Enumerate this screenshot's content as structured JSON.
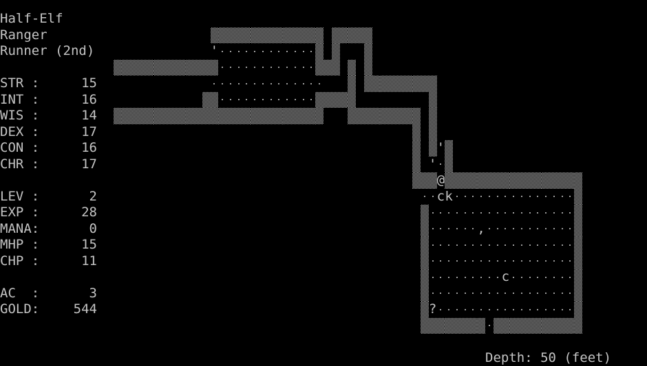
{
  "character": {
    "race": "Half-Elf",
    "class": "Ranger",
    "title": "Runner (2nd)"
  },
  "stats": [
    {
      "label": "STR :",
      "value": "15"
    },
    {
      "label": "INT :",
      "value": "16"
    },
    {
      "label": "WIS :",
      "value": "14"
    },
    {
      "label": "DEX :",
      "value": "17"
    },
    {
      "label": "CON :",
      "value": "16"
    },
    {
      "label": "CHR :",
      "value": "17"
    }
  ],
  "progress": [
    {
      "label": "LEV :",
      "value": "2"
    },
    {
      "label": "EXP :",
      "value": "28"
    },
    {
      "label": "MANA:",
      "value": "0"
    },
    {
      "label": "MHP :",
      "value": "15"
    },
    {
      "label": "CHP :",
      "value": "11"
    }
  ],
  "equipment": [
    {
      "label": "AC  :",
      "value": "3"
    },
    {
      "label": "GOLD:",
      "value": "544"
    }
  ],
  "status_bar": {
    "depth": "Depth: 50 (feet)"
  },
  "colors": {
    "text": "#c4c4c4",
    "wall": "#a8a8a8",
    "background": "#000000"
  },
  "map": {
    "origin_col": 14,
    "legend": {
      "#": "granite wall",
      ".": "floor",
      "@": "player",
      "c": "canine",
      "k": "kobold",
      "'": "open door",
      ",": "item",
      "?": "scroll"
    },
    "rows": [
      {
        "row": 2,
        "text": "            ############## #####"
      },
      {
        "row": 3,
        "text": "            '............# #   #"
      },
      {
        "row": 4,
        "text": "#############............### # #"
      },
      {
        "row": 5,
        "text": "            ..............   # #########"
      },
      {
        "row": 6,
        "text": "           ##............#####         #"
      },
      {
        "row": 7,
        "text": "##########################   ######### #"
      },
      {
        "row": 8,
        "text": "                                     # #"
      },
      {
        "row": 9,
        "text": "                                     # #'#"
      },
      {
        "row": 10,
        "text": "                                     # '.#"
      },
      {
        "row": 11,
        "text": "                                     ###@#################"
      },
      {
        "row": 12,
        "text": "                                      ..ck...............#"
      },
      {
        "row": 13,
        "text": "                                      #..................#"
      },
      {
        "row": 14,
        "text": "                                      #......,...........#"
      },
      {
        "row": 15,
        "text": "                                      #..................#"
      },
      {
        "row": 16,
        "text": "                                      #..................#"
      },
      {
        "row": 17,
        "text": "                                      #.........c........#"
      },
      {
        "row": 18,
        "text": "                                      #..................#"
      },
      {
        "row": 19,
        "text": "                                      #?.................#"
      },
      {
        "row": 20,
        "text": "                                      ########.###########"
      }
    ]
  }
}
